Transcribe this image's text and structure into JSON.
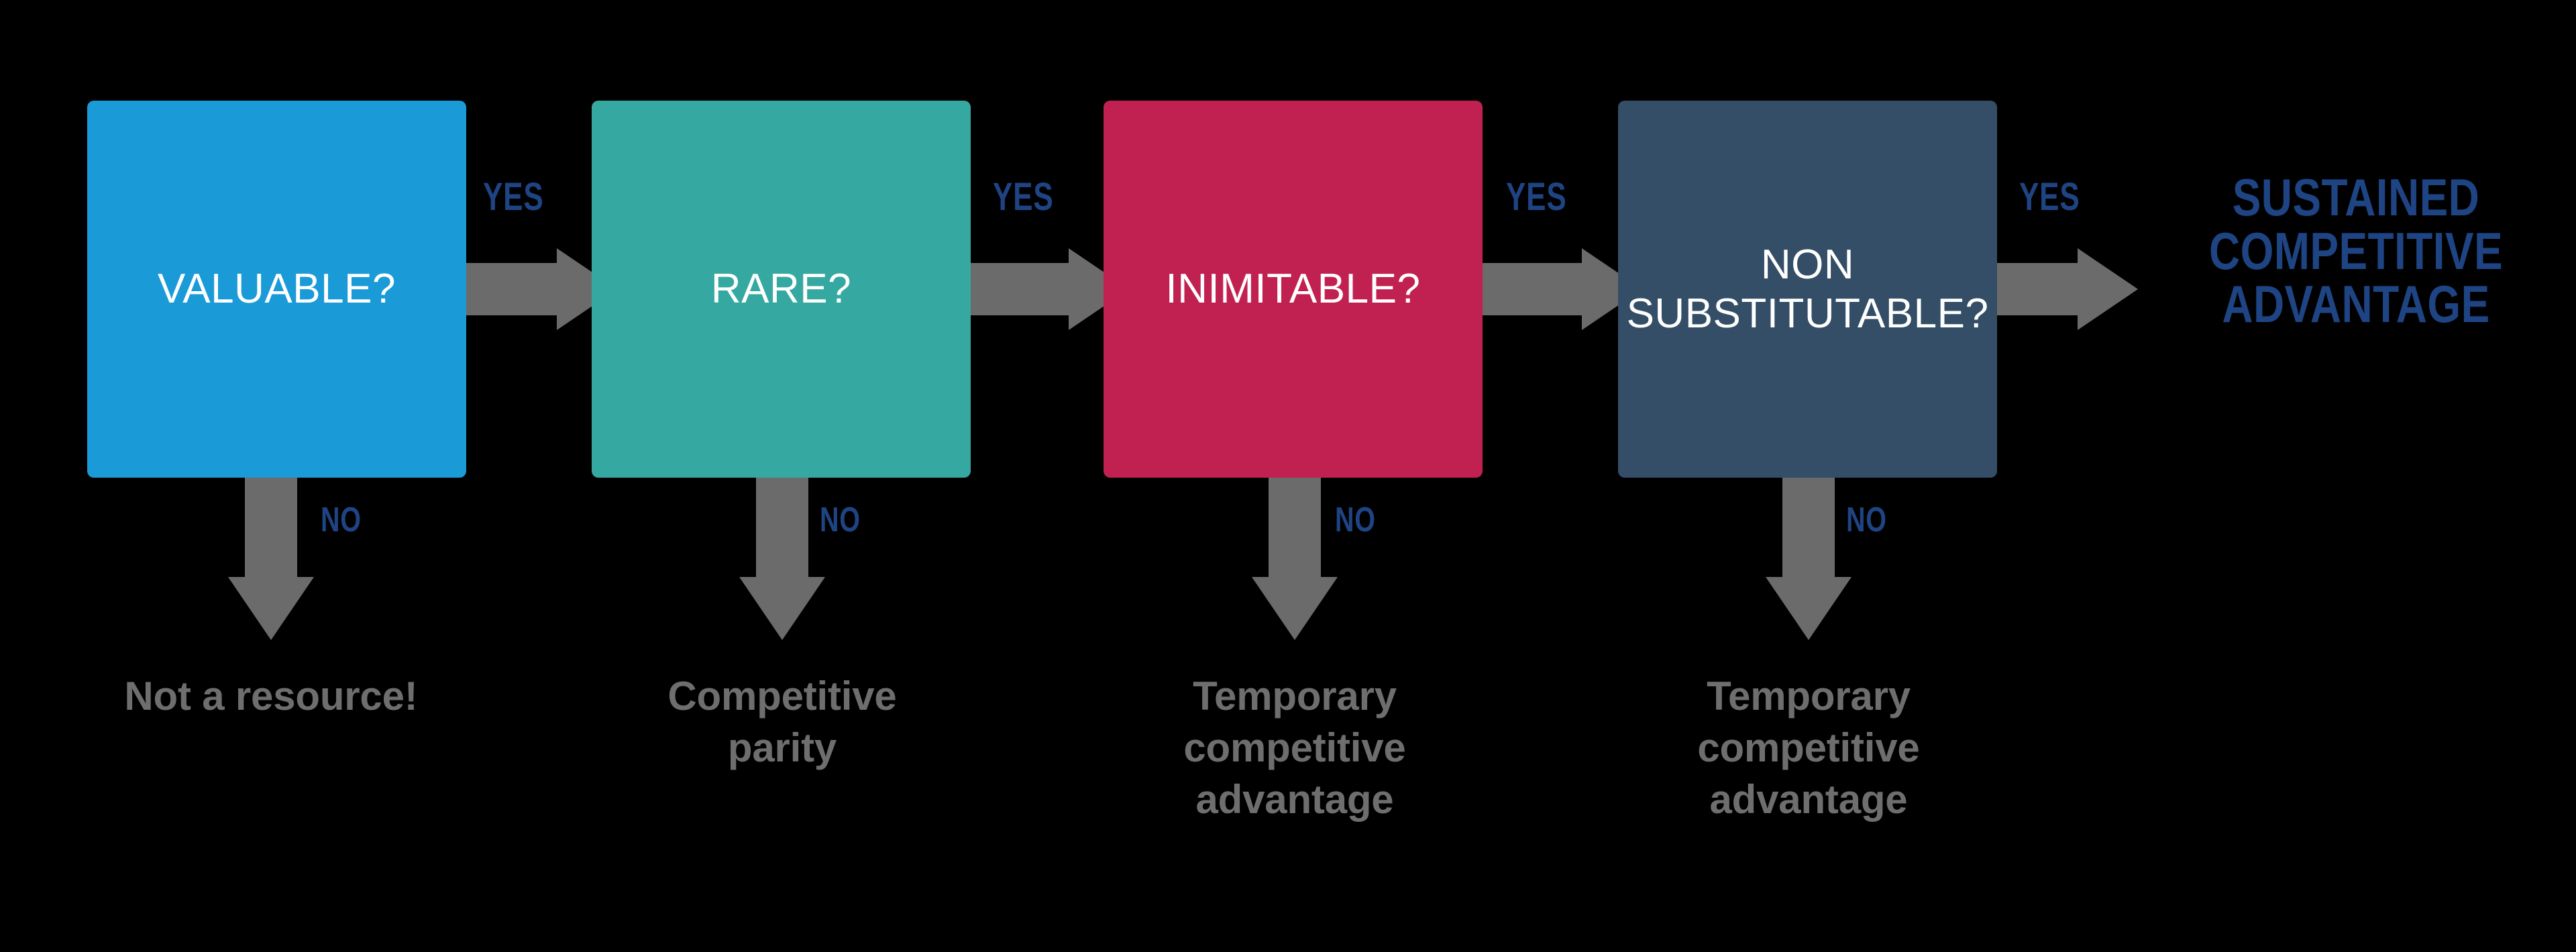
{
  "diagram": {
    "title": "VRIN resource analysis flowchart",
    "background_color": "#000000",
    "arrow_color": "#6b6b6b",
    "yes_no_label_color": "#1e4484",
    "outcome_text_color": "#6e6e6e"
  },
  "stages": [
    {
      "id": "valuable",
      "question": "VALUABLE?",
      "color": "#1b9ad8",
      "yes_label": "YES",
      "no_label": "NO",
      "no_outcome": "Not a resource!"
    },
    {
      "id": "rare",
      "question": "RARE?",
      "color": "#36a8a2",
      "yes_label": "YES",
      "no_label": "NO",
      "no_outcome": "Competitive\nparity"
    },
    {
      "id": "inimitable",
      "question": "INIMITABLE?",
      "color": "#c12150",
      "yes_label": "YES",
      "no_label": "NO",
      "no_outcome": "Temporary\ncompetitive\nadvantage"
    },
    {
      "id": "non-substitutable",
      "question": "NON\nSUBSTITUTABLE?",
      "color": "#334e66",
      "yes_label": "YES",
      "no_label": "NO",
      "no_outcome": "Temporary\ncompetitive\nadvantage"
    }
  ],
  "final_outcome": {
    "text": "SUSTAINED\nCOMPETITIVE\nADVANTAGE",
    "color": "#1e4484"
  }
}
